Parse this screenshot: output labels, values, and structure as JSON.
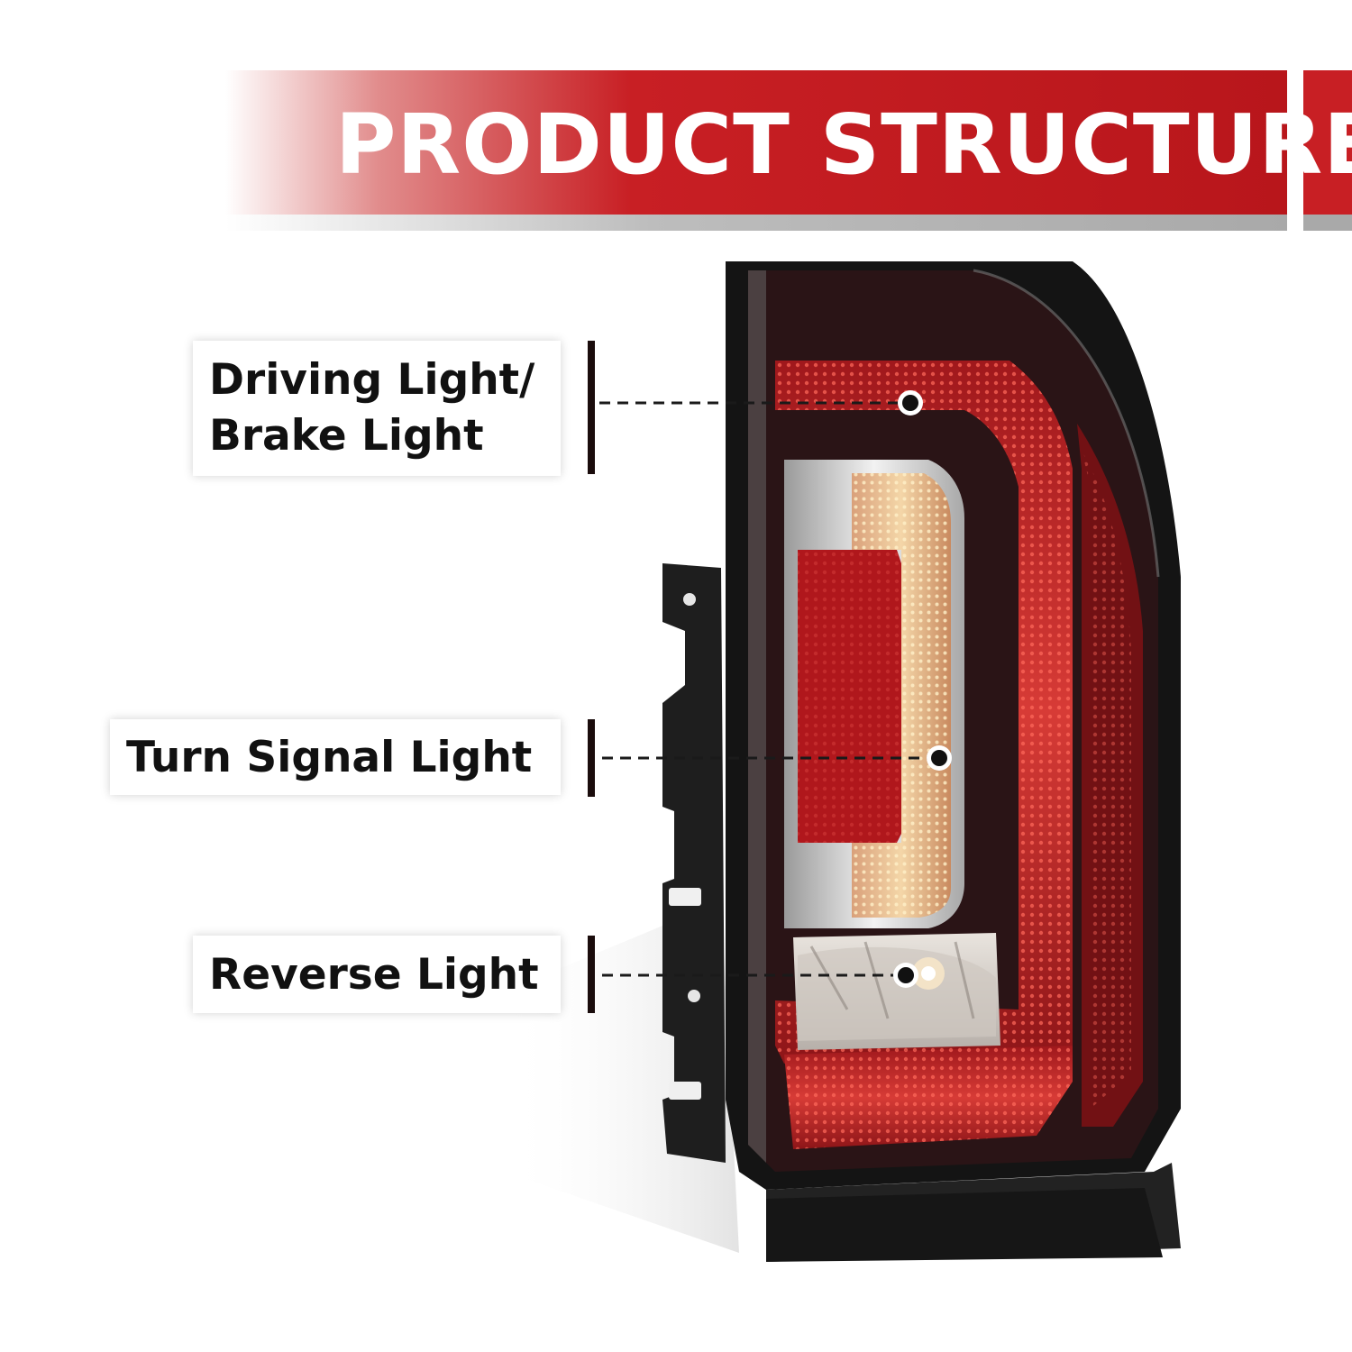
{
  "header": {
    "title": "PRODUCT STRUCTURE",
    "accent_color": "#c81f24"
  },
  "callouts": [
    {
      "label_line1": "Driving Light/",
      "label_line2": "Brake Light"
    },
    {
      "label_line1": "Turn Signal Light"
    },
    {
      "label_line1": "Reverse Light"
    }
  ]
}
